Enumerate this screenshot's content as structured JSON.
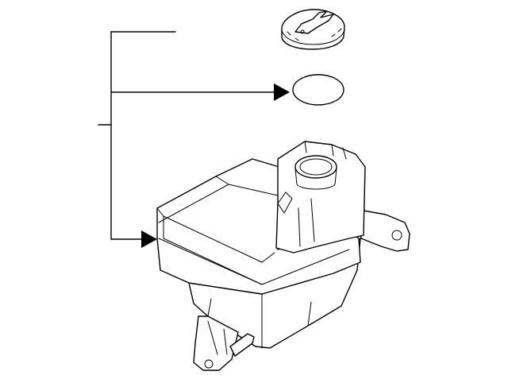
{
  "diagram": {
    "parts": [
      {
        "id": "cap",
        "icon": "reservoir-cap"
      },
      {
        "id": "seal",
        "icon": "cap-seal-ring"
      },
      {
        "id": "tank",
        "icon": "coolant-reservoir-tank"
      }
    ],
    "callouts": 3,
    "colors": {
      "line": "#000000",
      "background": "#ffffff"
    }
  }
}
